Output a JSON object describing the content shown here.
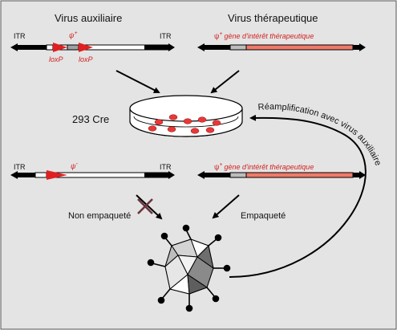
{
  "headers": {
    "helper": "Virus auxiliaire",
    "therapeutic": "Virus thérapeutique"
  },
  "labels": {
    "itr": "ITR",
    "psi": "ψ",
    "sup_plus": "+",
    "sup_minus": "-",
    "loxp": "loxP",
    "gene": "gène d'intérêt thérapeutique",
    "cell_line": "293 Cre",
    "not_packaged": "Non empaqueté",
    "packaged": "Empaqueté",
    "reamplification": "Réamplification avec virus auxiliaire"
  },
  "colors": {
    "panel_bg": "#e4e4e4",
    "accent_red": "#d42020",
    "gene_fill": "#ef7a6a",
    "dish_cell": "#e83838"
  }
}
